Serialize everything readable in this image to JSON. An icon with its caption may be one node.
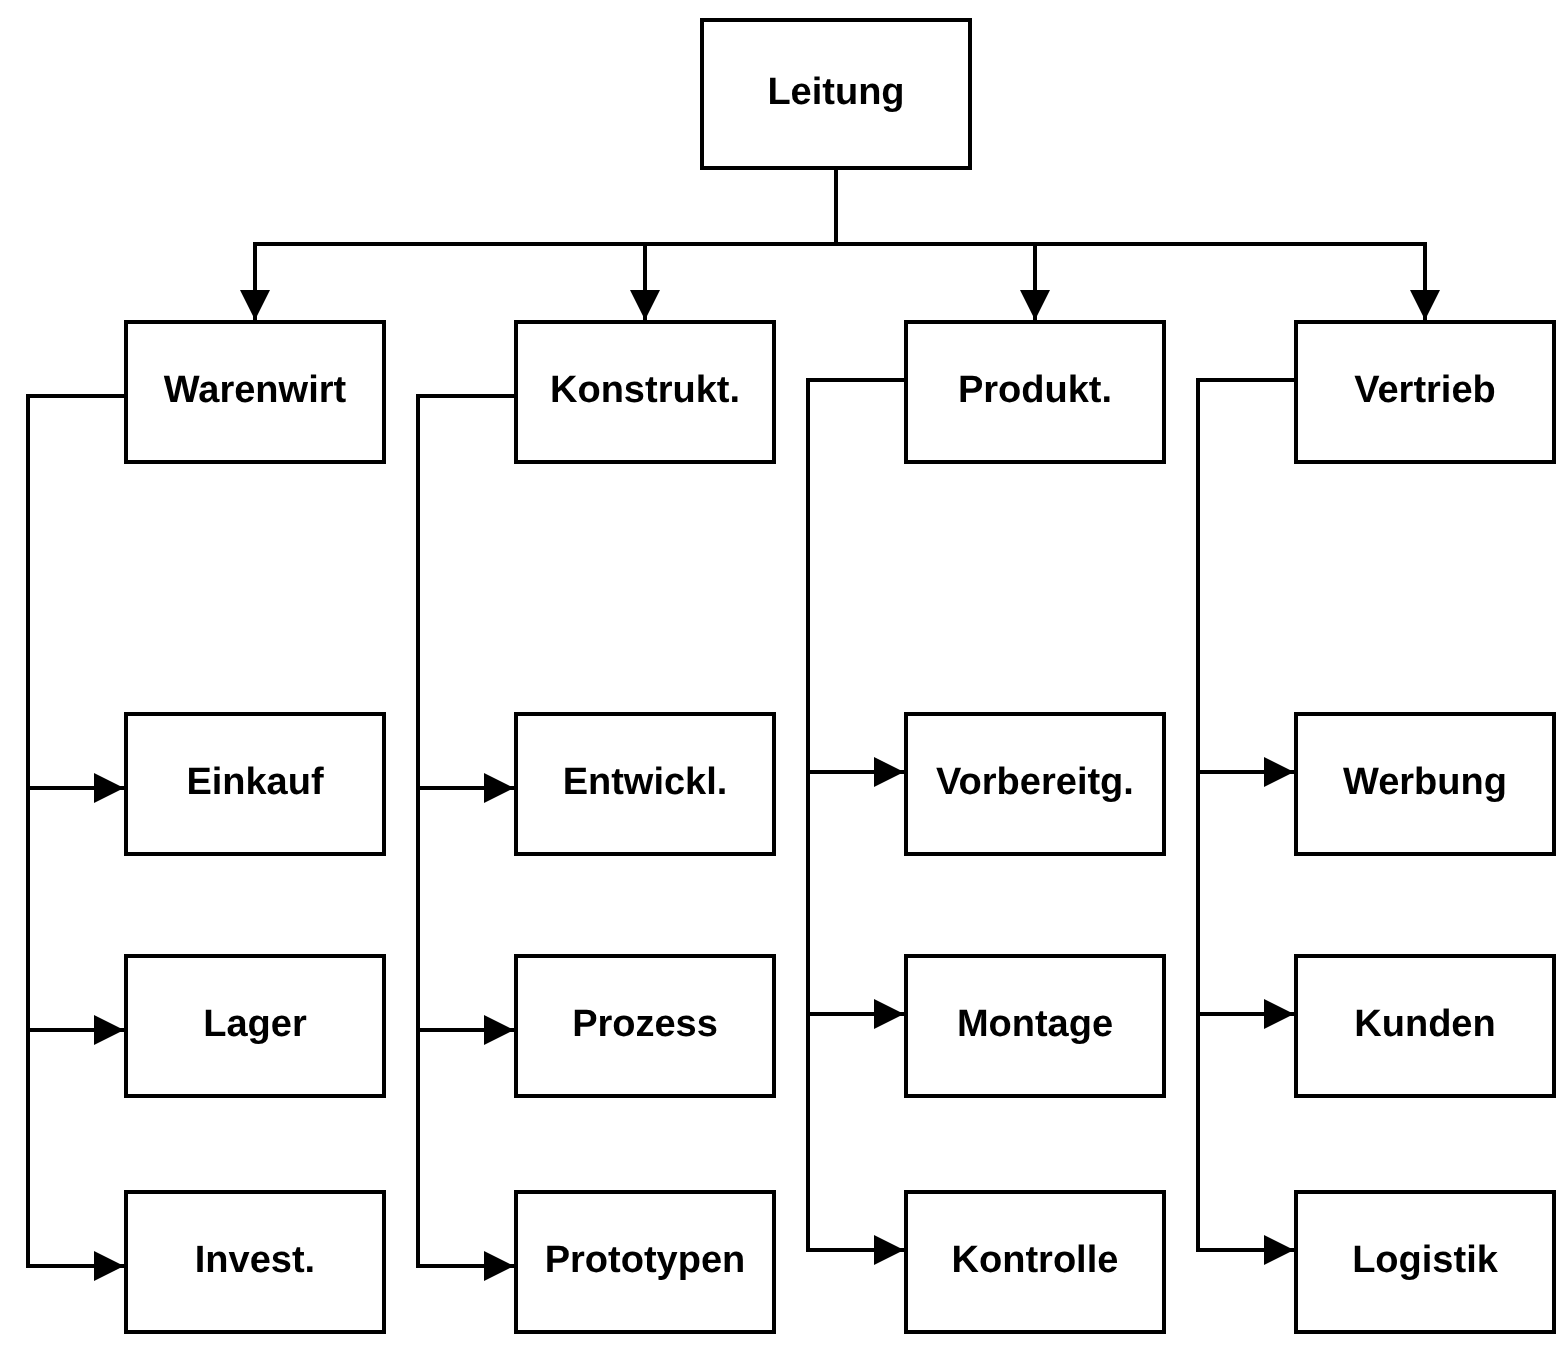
{
  "diagram": {
    "nodes": [
      {
        "text": [
          "Leitung"
        ]
      },
      {
        "text": [
          "Warenwirt"
        ]
      },
      {
        "text": [
          "Konstrukt."
        ]
      },
      {
        "text": [
          "Produkt."
        ]
      },
      {
        "text": [
          "Vertrieb"
        ]
      },
      {
        "text": [
          "Einkauf"
        ]
      },
      {
        "text": [
          "Entwickl."
        ]
      },
      {
        "text": [
          "Vorbereitg."
        ]
      },
      {
        "text": [
          "Werbung"
        ]
      },
      {
        "text": [
          "Lager"
        ]
      },
      {
        "text": [
          "Prozess"
        ]
      },
      {
        "text": [
          "Montage"
        ]
      },
      {
        "text": [
          "Kunden"
        ]
      },
      {
        "text": [
          "Invest."
        ]
      },
      {
        "text": [
          "Prototypen"
        ]
      },
      {
        "text": [
          "Kontrolle"
        ]
      },
      {
        "text": [
          "Logistik"
        ]
      }
    ],
    "edges": [
      {
        "from": 0,
        "to": 1,
        "arrow": "to"
      },
      {
        "from": 0,
        "to": 2,
        "arrow": "to"
      },
      {
        "from": 0,
        "to": 3,
        "arrow": "to"
      },
      {
        "from": 0,
        "to": 4,
        "arrow": "to"
      },
      {
        "from": 1,
        "to": 5,
        "arrow": "to"
      },
      {
        "from": 1,
        "to": 9,
        "arrow": "to"
      },
      {
        "from": 1,
        "to": 13,
        "arrow": "to"
      },
      {
        "from": 2,
        "to": 6,
        "arrow": "to"
      },
      {
        "from": 2,
        "to": 10,
        "arrow": "to"
      },
      {
        "from": 2,
        "to": 14,
        "arrow": "to"
      },
      {
        "from": 3,
        "to": 7,
        "arrow": "to"
      },
      {
        "from": 3,
        "to": 11,
        "arrow": "to"
      },
      {
        "from": 3,
        "to": 15,
        "arrow": "to"
      },
      {
        "from": 4,
        "to": 8,
        "arrow": "to"
      },
      {
        "from": 4,
        "to": 12,
        "arrow": "to"
      },
      {
        "from": 4,
        "to": 16,
        "arrow": "to"
      }
    ]
  }
}
